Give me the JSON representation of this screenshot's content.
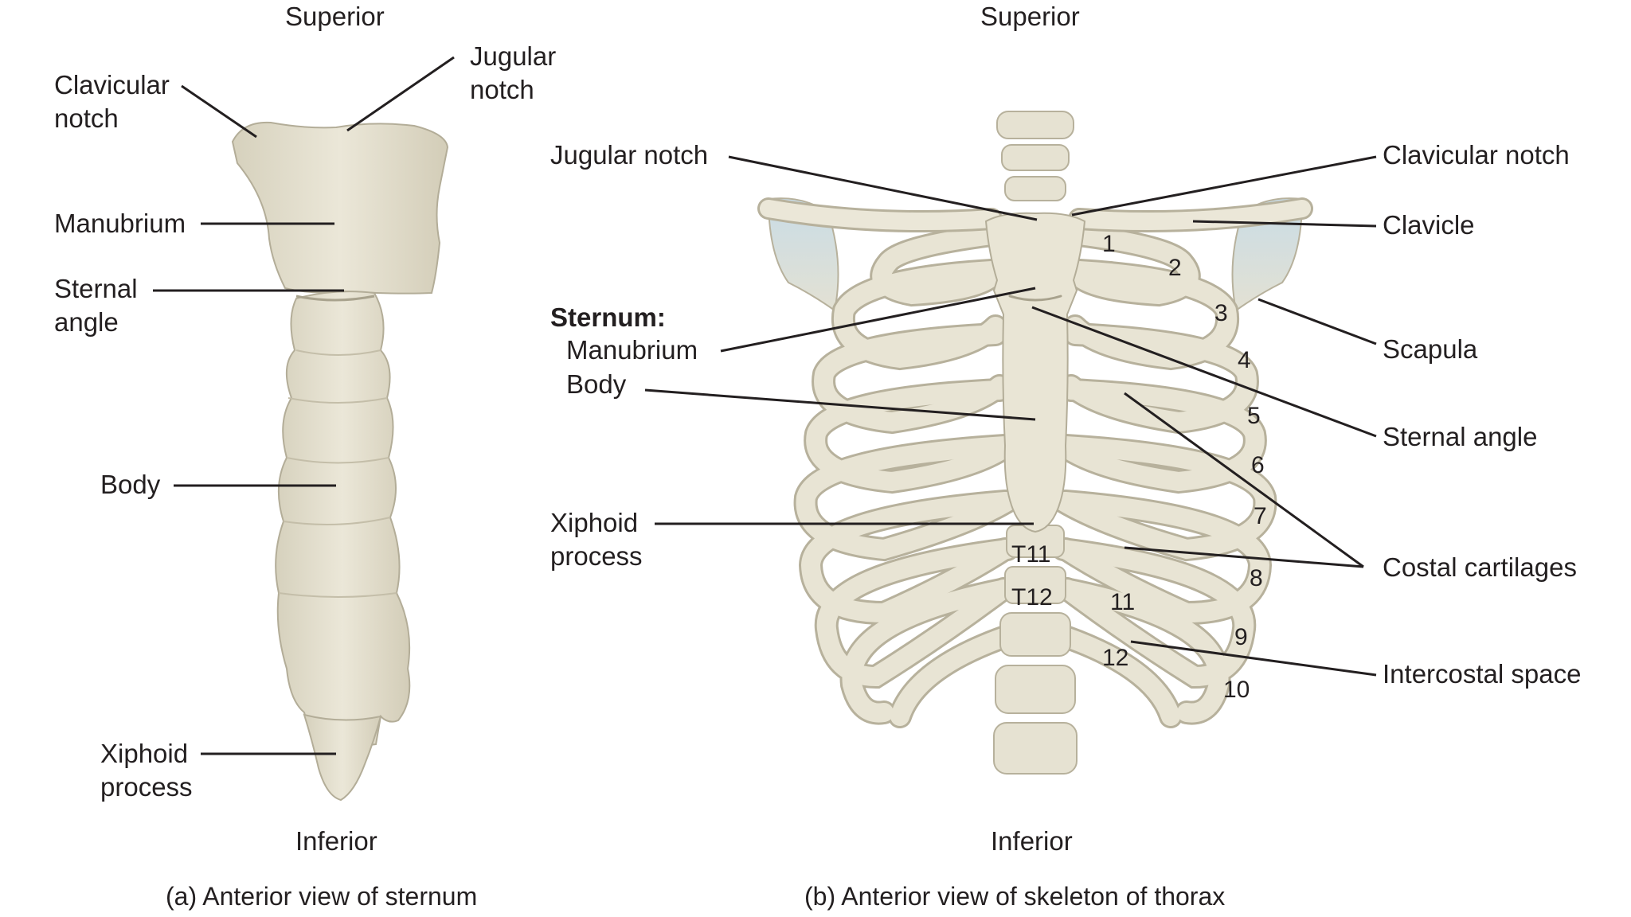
{
  "panel_a": {
    "superior": "Superior",
    "inferior": "Inferior",
    "caption": "(a) Anterior view of sternum",
    "labels": {
      "clavicular_notch": "Clavicular notch",
      "jugular_notch": "Jugular notch",
      "manubrium": "Manubrium",
      "sternal_angle": "Sternal angle",
      "body": "Body",
      "xiphoid_process": "Xiphoid process"
    }
  },
  "panel_b": {
    "superior": "Superior",
    "inferior": "Inferior",
    "caption": "(b) Anterior view of skeleton of thorax",
    "labels": {
      "jugular_notch": "Jugular notch",
      "sternum_heading": "Sternum:",
      "manubrium": "Manubrium",
      "body": "Body",
      "xiphoid_process": "Xiphoid process",
      "clavicular_notch": "Clavicular notch",
      "clavicle": "Clavicle",
      "scapula": "Scapula",
      "sternal_angle": "Sternal angle",
      "costal_cartilages": "Costal cartilages",
      "intercostal_space": "Intercostal space"
    },
    "rib_numbers": [
      "1",
      "2",
      "3",
      "4",
      "5",
      "6",
      "7",
      "8",
      "9",
      "10",
      "11",
      "12"
    ],
    "vertebra_labels": [
      "T11",
      "T12"
    ]
  }
}
